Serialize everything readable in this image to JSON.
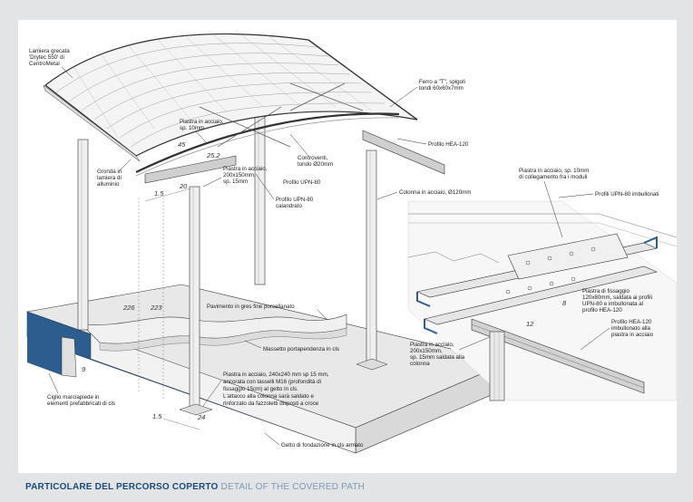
{
  "caption": {
    "it": "PARTICOLARE DEL PERCORSO COPERTO",
    "en": "DETAIL OF THE COVERED PATH"
  },
  "labels": {
    "lamiera": [
      "Lamiera grecata",
      "'Drytec 550' di",
      "CentroMetal"
    ],
    "ferro_t": [
      "Ferro a \"T\", spigoli",
      "tondi 60x60x7mm"
    ],
    "piastra_top": [
      "Piastra in acciaio,",
      "sp. 10mm"
    ],
    "profilo_hea": "Profilo HEA-120",
    "controventi": [
      "Controventi,",
      "tondo Ø20mm"
    ],
    "gronda": [
      "Gronda in",
      "lamiera di",
      "alluminio"
    ],
    "piastra_200": [
      "Piastra in acciaio,",
      "200x150mm,",
      "sp. 15mm"
    ],
    "profilo_upn": "Profilo UPN-80",
    "profilo_upn_cal": [
      "Profilo UPN-80",
      "calandrato"
    ],
    "colonna": "Colonna in acciaio, Ø120mm",
    "pavimento": "Pavimento in gres fine porcellanato",
    "massetto": "Massetto portapendenza in cls",
    "piastra_base": [
      "Piastra in acciaio, 240x240 mm sp 15 mm,",
      "ancorata con tasselli M16 (profondità di",
      "fissaggio 15cm) al getto in cls.",
      "L'attacco alla colonna sarà saldato e",
      "rinforzato da fazzoletti disposti a croce"
    ],
    "ciglio": [
      "Ciglio marciapiede  in",
      "elementi prefabbricati di cls"
    ],
    "getto": "Getto di fondazione in cls armato",
    "d_piastra_10": [
      "Piastra in acciaio, sp. 10mm",
      "di collegamento fra i moduli"
    ],
    "d_profili_upn": "Profili UPN-80 imbullonati",
    "d_piastra_fiss": [
      "Piastra di fissaggio",
      "120x80mm, saldata ai profili",
      "UPN-80 e imbullonata al",
      "profilo HEA-120"
    ],
    "d_profilo_hea": [
      "Profilo HEA-120",
      "imbullonato alla",
      "piastra in acciaio"
    ],
    "d_piastra_200": [
      "Piastra in acciaio,",
      "200x150mm,",
      "sp. 15mm saldata alla",
      "colonna"
    ]
  },
  "dims": {
    "d45": "45",
    "d252": "25.2",
    "d15a": "1.5",
    "d20": "20",
    "d226": "226",
    "d223": "223",
    "d9": "9",
    "d15b": "1.5",
    "d24": "24",
    "d_detail_8": "8",
    "d_detail_12": "12"
  },
  "colors": {
    "background": "#e3e4e5",
    "sheet": "#ffffff",
    "curb_blue": "#2d5d8e",
    "caption_it": "#1a4b7c",
    "caption_en": "#7c9ab8",
    "line": "#333333"
  }
}
